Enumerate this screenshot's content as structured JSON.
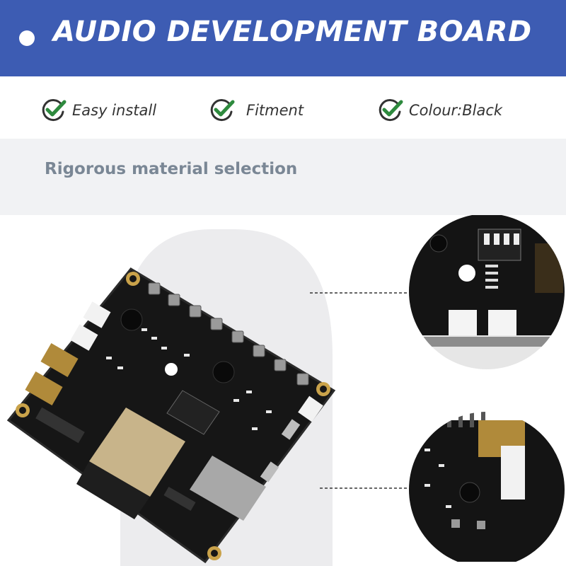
{
  "header": {
    "title": "AUDIO DEVELOPMENT BOARD"
  },
  "features": [
    {
      "label": "Easy install",
      "icon": "check-circle-icon"
    },
    {
      "label": "Fitment",
      "icon": "check-circle-icon"
    },
    {
      "label": "Colour:Black",
      "icon": "check-circle-icon"
    }
  ],
  "subheading": "Rigorous material selection",
  "colors": {
    "banner": "#3d5cb3",
    "check": "#2e8a3e",
    "band": "#f1f2f4",
    "board": "#1a1a1a"
  }
}
